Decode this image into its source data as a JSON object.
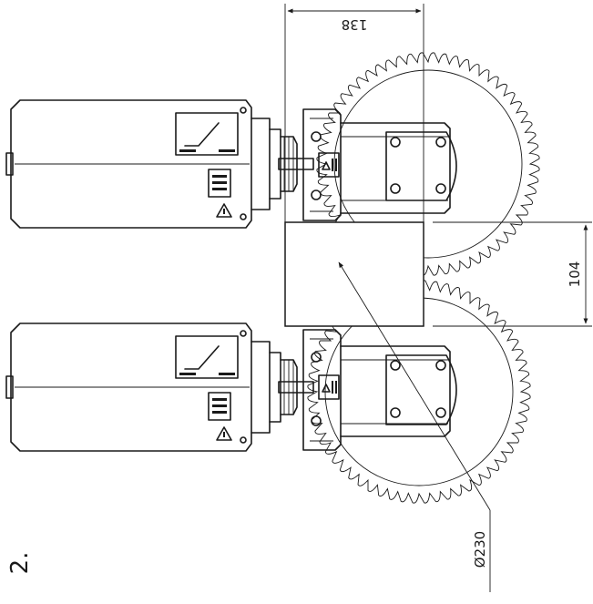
{
  "figure": {
    "number_label": "2.",
    "dimensions": {
      "top_width": "138",
      "right_height": "104",
      "diameter": "Ø230"
    }
  },
  "colors": {
    "line": "#1a1a1a",
    "background": "#ffffff"
  }
}
